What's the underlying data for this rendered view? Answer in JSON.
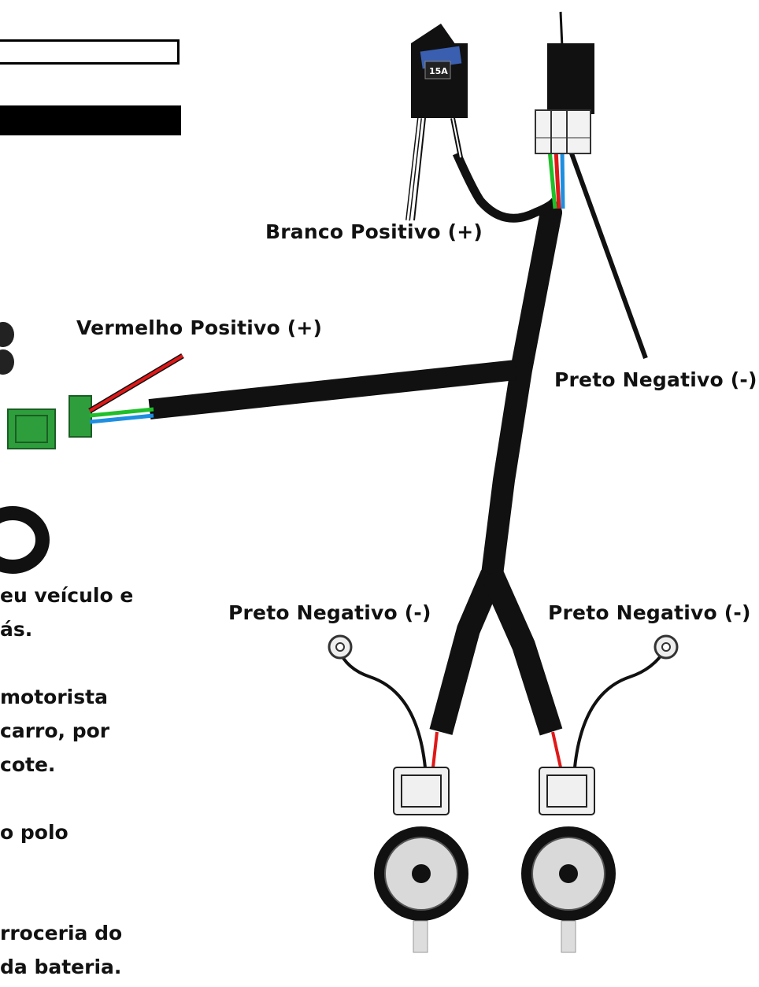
{
  "labels": {
    "branco_positivo": "Branco Positivo (+)",
    "vermelho_positivo": "Vermelho Positivo (+)",
    "preto_negativo_relay": "Preto Negativo (-)",
    "preto_negativo_left": "Preto Negativo (-)",
    "preto_negativo_right": "Preto Negativo (-)",
    "fuse_rating": "15A"
  },
  "instructions": {
    "line1": "eu veículo e",
    "line2": "ás.",
    "line3": "motorista",
    "line4": "carro, por",
    "line5": "cote.",
    "line6": "o polo",
    "line7": "rroceria do",
    "line8": "da bateria."
  },
  "colors": {
    "harness": "#111111",
    "red_wire": "#e01818",
    "green_wire": "#1fbf2a",
    "blue_wire": "#1e8fe0",
    "fuse_blue": "#3a5fb0",
    "connector_green": "#2e9e3c"
  }
}
